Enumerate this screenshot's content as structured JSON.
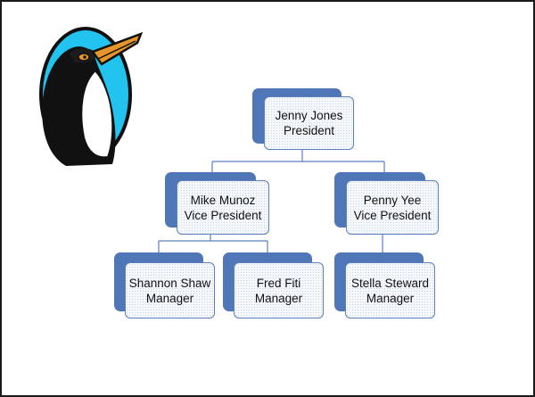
{
  "logo": {
    "icon": "penguin-icon",
    "ring_color": "#22c4ef",
    "beak_color": "#e6962a"
  },
  "colors": {
    "box_back": "#4f76b6",
    "box_border": "#5b80bd",
    "line": "#5b80bd"
  },
  "org_chart": {
    "president": {
      "name": "Jenny Jones",
      "title": "President"
    },
    "vp_left": {
      "name": "Mike Munoz",
      "title": "Vice President"
    },
    "vp_right": {
      "name": "Penny Yee",
      "title": "Vice President"
    },
    "mgr_1": {
      "name": "Shannon Shaw",
      "title": "Manager"
    },
    "mgr_2": {
      "name": "Fred Fiti",
      "title": "Manager"
    },
    "mgr_3": {
      "name": "Stella Steward",
      "title": "Manager"
    }
  }
}
